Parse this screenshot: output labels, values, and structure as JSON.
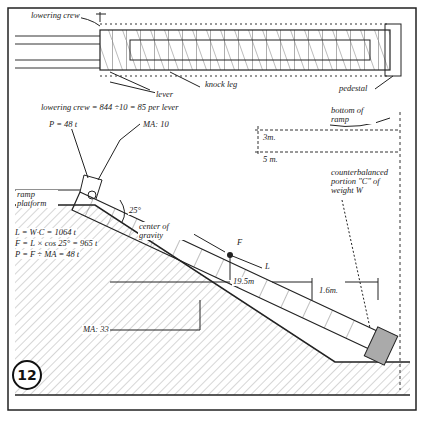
{
  "diagram": {
    "nodes": [
      {
        "text": [
          "12"
        ]
      }
    ],
    "labels": [
      "lowering crew",
      "knock leg",
      "lever",
      "pedestal",
      "lowering crew = 844 ÷10 = 85 per lever",
      "P = 48 t",
      "MA: 10",
      "bottom of ramp",
      "3m.",
      "5 m.",
      "ramp platform",
      "L = W·C = 1064 t",
      "F = L × cos 25° = 965 t",
      "P = F ÷ MA = 48 t",
      "25°",
      "center of gravity",
      "F",
      "L",
      "counterbalanced portion \"C\" of weight W",
      "19.5m",
      "1.6m.",
      "MA: 33"
    ]
  }
}
